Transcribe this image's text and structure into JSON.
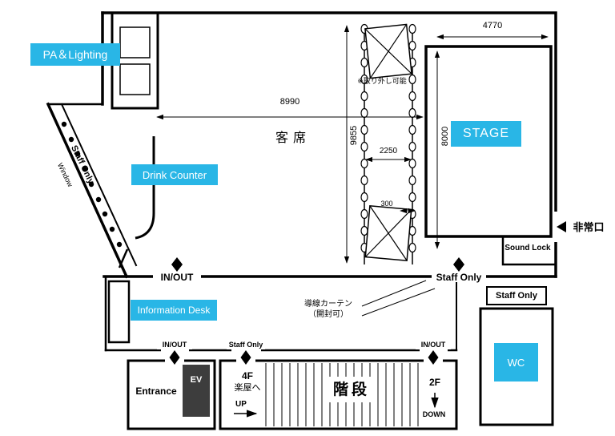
{
  "colors": {
    "accent": "#29b6e6",
    "line": "#000000",
    "elevator_fill": "#3d3d3d"
  },
  "hall": {
    "pa_lighting_label": "PA＆Lighting",
    "drink_counter_label": "Drink Counter",
    "audience_label": "客席",
    "stage_label": "STAGE",
    "staff_only_wall_label": "Staff Only",
    "window_label": "Window",
    "removable_note": "※取り外し可能",
    "emergency_exit_label": "非常口",
    "sound_lock_label": "Sound Lock"
  },
  "dimensions_mm": {
    "hall_width": "8990",
    "hall_depth": "9855",
    "stage_width": "4770",
    "stage_depth": "8000",
    "pillar_span": "2250",
    "pillar_pitch": "300"
  },
  "doors": {
    "in_out": "IN/OUT",
    "staff_only": "Staff Only"
  },
  "lower_floor": {
    "information_desk_label": "Information Desk",
    "curtain_note_line1": "導線カーテン",
    "curtain_note_line2": "（開封可）",
    "entrance_label": "Entrance",
    "elevator_label": "EV",
    "stairs_label": "階段",
    "upper_floor": "4F",
    "dressing_room": "楽屋へ",
    "up_label": "UP",
    "lower_floor": "2F",
    "down_label": "DOWN",
    "staff_only_room_label": "Staff Only",
    "wc_label": "WC"
  }
}
